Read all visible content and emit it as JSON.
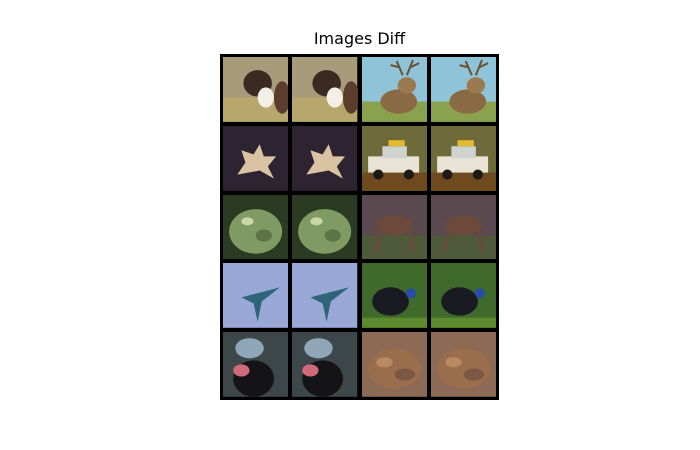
{
  "figure": {
    "title": "Images Diff"
  },
  "grid": {
    "rows": 5,
    "cols": 4,
    "background": "#000000",
    "subjects": [
      [
        "dog",
        "dog",
        "deer",
        "deer"
      ],
      [
        "frog",
        "frog",
        "truck",
        "truck"
      ],
      [
        "frog",
        "frog",
        "deer",
        "deer"
      ],
      [
        "airplane",
        "airplane",
        "bird",
        "bird"
      ],
      [
        "bird",
        "bird",
        "frog",
        "frog"
      ]
    ]
  },
  "colors": {
    "dog_bg": "#a79b7a",
    "deer_sky": "#8fc3d8",
    "frog_dark_bg": "#2e2330",
    "truck_bg": "#6f6a3a",
    "frog_green": "#7f9a63",
    "deer_brown": "#6b4a3c",
    "plane_sky": "#9aa8d8",
    "bird_green": "#3f6a2c",
    "bird_dark": "#1a1a22",
    "toad_brown": "#9a6d4d"
  }
}
